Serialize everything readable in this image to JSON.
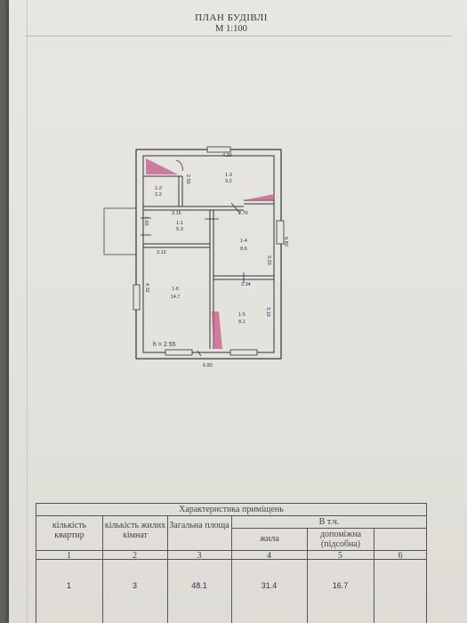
{
  "header": {
    "title": "ПЛАН БУДІВЛІ",
    "scale": "М 1:100"
  },
  "plan": {
    "dims": {
      "top": "4.20",
      "d_250": "2.50",
      "d_315": "3.15",
      "d_270": "2.70",
      "d_165": "1.65",
      "d_980": "9.80",
      "d_312": "3.12",
      "d_320": "3.20",
      "d_234": "2.34",
      "d_432": "4.32",
      "d_310": "3.10",
      "bottom": "6.80",
      "height": "h = 2.55"
    },
    "rooms": [
      {
        "id": "1-1",
        "area": "5.3"
      },
      {
        "id": "1-2",
        "area": "2.2"
      },
      {
        "id": "1-3",
        "area": "9.2"
      },
      {
        "id": "1-4",
        "area": "8.6"
      },
      {
        "id": "1-5",
        "area": "8.1"
      },
      {
        "id": "1-6",
        "area": "14.7"
      }
    ]
  },
  "table": {
    "caption": "Характеристика приміщень",
    "in_total": "В т.ч.",
    "headers": {
      "apartments": "кількість квартир",
      "living_rooms": "кількість жилих кімнат",
      "total_area": "Загальна площа",
      "living": "жила",
      "auxiliary": "допоміжна (підсобна)"
    },
    "col_numbers": [
      "1",
      "2",
      "3",
      "4",
      "5",
      "6"
    ],
    "values": {
      "apartments": "1",
      "living_rooms": "3",
      "total_area": "48.1",
      "living": "31.4",
      "auxiliary": "16.7"
    }
  }
}
